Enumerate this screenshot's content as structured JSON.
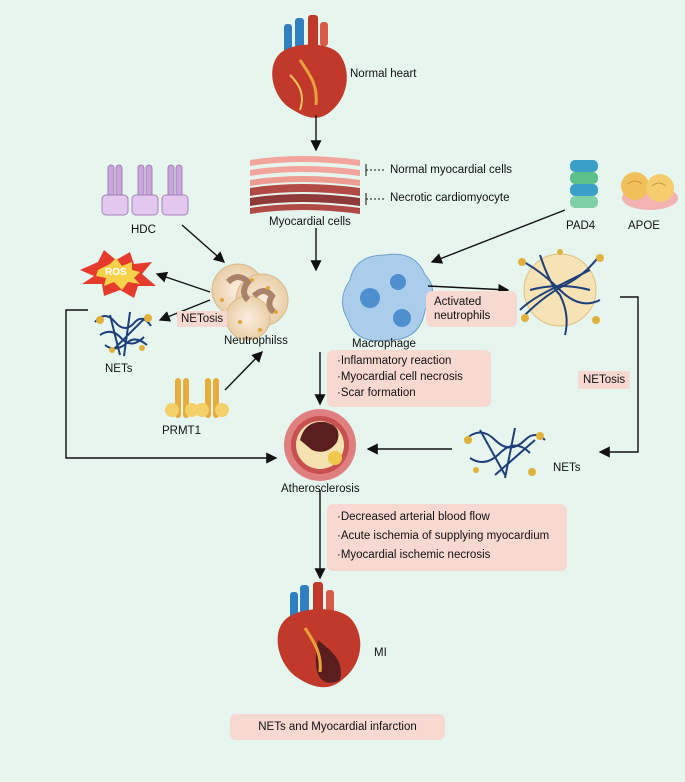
{
  "labels": {
    "normal_heart": "Normal heart",
    "normal_myocardial_cells": "Normal myocardial cells",
    "necrotic_cardiomyocyte": "Necrotic cardiomyocyte",
    "myocardial_cells": "Myocardial cells",
    "hdc": "HDC",
    "pad4": "PAD4",
    "apoe": "APOE",
    "ros": "ROS",
    "netosis_left": "NETosis",
    "neutrophils": "Neutrophilss",
    "nets_left": "NETs",
    "macrophage": "Macrophage",
    "activated_line1": "Activated",
    "activated_line2": "neutrophils",
    "netosis_right": "NETosis",
    "nets_right": "NETs",
    "prmt1": "PRMT1",
    "atherosclerosis": "Atherosclerosis",
    "mi": "MI"
  },
  "effects_box_1": [
    "·Inflammatory reaction",
    "·Myocardial cell necrosis",
    "·Scar formation"
  ],
  "effects_box_2": [
    "·Decreased arterial blood flow",
    "·Acute ischemia of supplying myocardium",
    "·Myocardial ischemic necrosis"
  ],
  "footer_title": "NETs and Myocardial infarction",
  "colors": {
    "background": "#e6f6ef",
    "box_fill": "#f8d9d2",
    "heart_red": "#c0392b",
    "vessel_blue": "#2f7fc1",
    "net_blue": "#1f3f7a"
  }
}
